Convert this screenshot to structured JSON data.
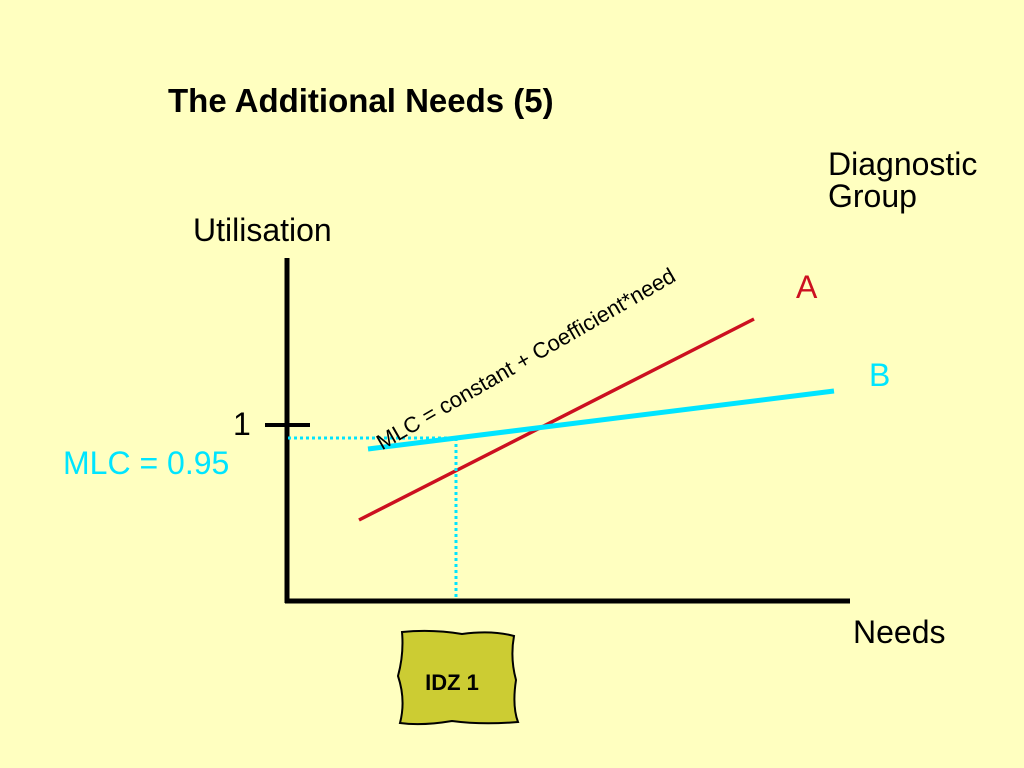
{
  "slide": {
    "title": "The Additional Needs (5)"
  },
  "chart_data": {
    "type": "line",
    "title": "The Additional Needs (5)",
    "xlabel": "Needs",
    "ylabel": "Utilisation",
    "legend_title": [
      "Diagnostic",
      "Group"
    ],
    "legend_placement": "top-right",
    "grid": false,
    "series": [
      {
        "name": "A",
        "color": "#CC1020"
      },
      {
        "name": "B",
        "color": "#00E5FF"
      }
    ],
    "y_tick_label": "1",
    "annotations": {
      "formula": "MLC = constant + Coefficient*need",
      "mlc_value": "MLC = 0.95",
      "mlc_color": "#00E5FF"
    }
  },
  "badge": {
    "label": "IDZ 1",
    "color": "#CCCC33"
  },
  "colors": {
    "background": "#FFFFC0",
    "axis": "#000000"
  }
}
